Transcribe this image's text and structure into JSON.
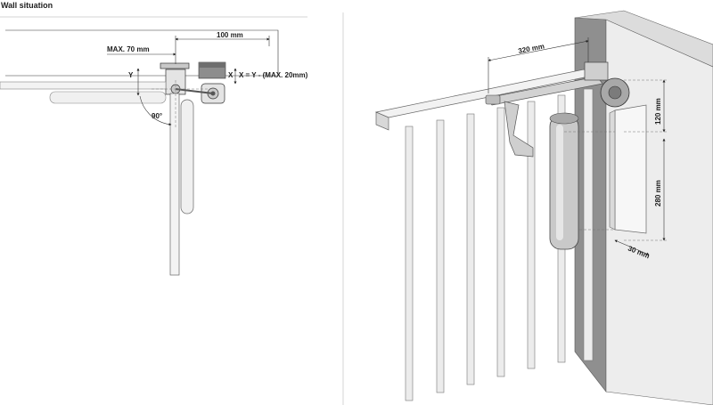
{
  "title": "Wall situation",
  "left": {
    "dim_100": "100 mm",
    "dim_max70": "MAX. 70 mm",
    "label_y": "Y",
    "label_x": "X",
    "formula": "X = Y - (MAX. 20mm)",
    "angle": "90°"
  },
  "right": {
    "dim_320": "320 mm",
    "dim_120": "120 mm",
    "dim_280": "280 mm",
    "dim_30": "30 mm"
  }
}
